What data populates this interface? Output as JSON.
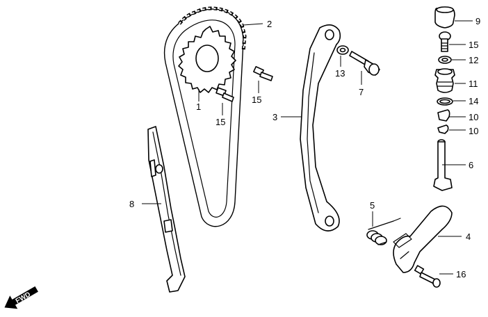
{
  "callouts": {
    "c1": "1",
    "c2": "2",
    "c3": "3",
    "c4": "4",
    "c5": "5",
    "c6": "6",
    "c7": "7",
    "c8": "8",
    "c9": "9",
    "c10a": "10",
    "c10b": "10",
    "c11": "11",
    "c12": "12",
    "c13": "13",
    "c14": "14",
    "c15a": "15",
    "c15b": "15",
    "c15c": "15",
    "c16": "16"
  },
  "direction_marker": {
    "label": "FWD"
  }
}
